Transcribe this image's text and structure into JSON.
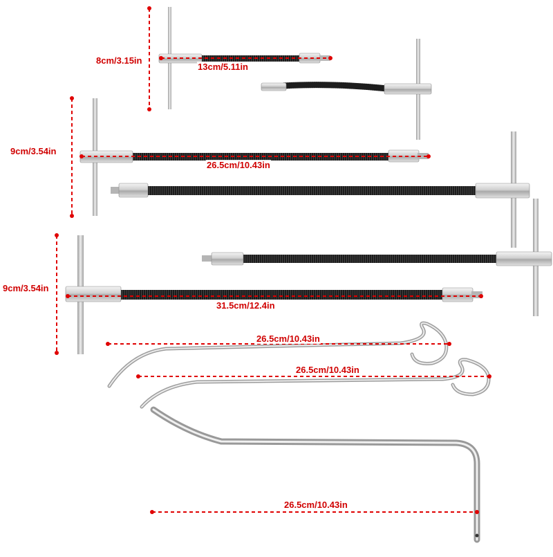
{
  "image": {
    "subject": "flexible-shaft-and-hook-tool-set",
    "background_color": "#ffffff",
    "dimension_color": "#e00000",
    "steel_color": "#c8c8c8",
    "shaft_color": "#1a1a1a"
  },
  "labels": {
    "small_height": "8cm/3.15in",
    "small_length": "13cm/5.11in",
    "medium_height": "9cm/3.54in",
    "medium_length": "26.5cm/10.43in",
    "large_height": "9cm/3.54in",
    "large_length": "31.5cm/12.4in",
    "hook1_length": "26.5cm/10.43in",
    "hook2_length": "26.5cm/10.43in",
    "hook3_length": "26.5cm/10.43in"
  }
}
